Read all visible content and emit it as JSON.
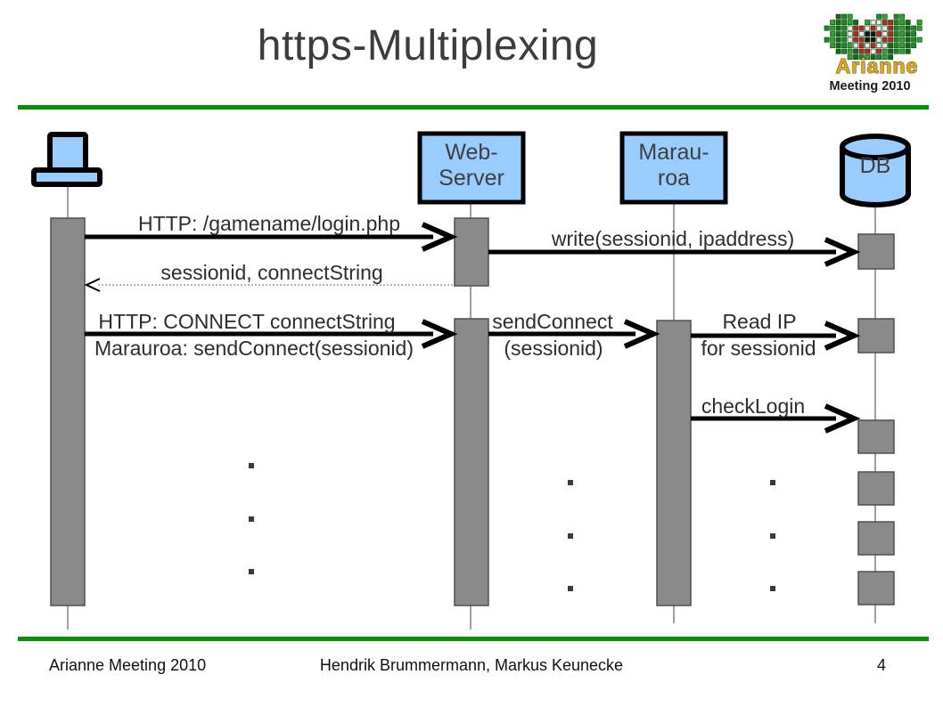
{
  "slide": {
    "title": "https-Multiplexing",
    "footer": {
      "left": "Arianne Meeting 2010",
      "center": "Hendrik Brummermann, Markus Keunecke",
      "page": "4"
    }
  },
  "logo": {
    "text": "Arianne",
    "caption": "Meeting 2010"
  },
  "diagram": {
    "actors": {
      "client": {
        "icon": "computer-workstation-icon"
      },
      "webserver": {
        "line1": "Web-",
        "line2": "Server"
      },
      "marauroa": {
        "line1": "Marau-",
        "line2": "roa"
      },
      "db": {
        "label": "DB",
        "icon": "database-cylinder-icon"
      }
    },
    "messages": {
      "login": {
        "label": "HTTP: /gamename/login.php",
        "from": "client",
        "to": "webserver",
        "style": "solid"
      },
      "write": {
        "label": "write(sessionid, ipaddress)",
        "from": "webserver",
        "to": "db",
        "style": "solid"
      },
      "session_return": {
        "label": "sessionid, connectString",
        "from": "webserver",
        "to": "client",
        "style": "dotted-return"
      },
      "connect": {
        "label": "HTTP: CONNECT connectString",
        "label2": "Marauroa: sendConnect(sessionid)",
        "from": "client",
        "to": "webserver",
        "style": "solid"
      },
      "send_connect": {
        "label": "sendConnect",
        "label2": "(sessionid)",
        "from": "webserver",
        "to": "marauroa",
        "style": "solid"
      },
      "read_ip": {
        "label": "Read IP",
        "label2": "for sessionid",
        "from": "marauroa",
        "to": "db",
        "style": "solid"
      },
      "check_login": {
        "label": "checkLogin",
        "from": "marauroa",
        "to": "db",
        "style": "solid"
      }
    }
  },
  "colors": {
    "accent_green": "#059305",
    "actor_fill": "#99ccff",
    "activation_fill": "#8a8a8a",
    "title_text": "#3c3c3c"
  }
}
